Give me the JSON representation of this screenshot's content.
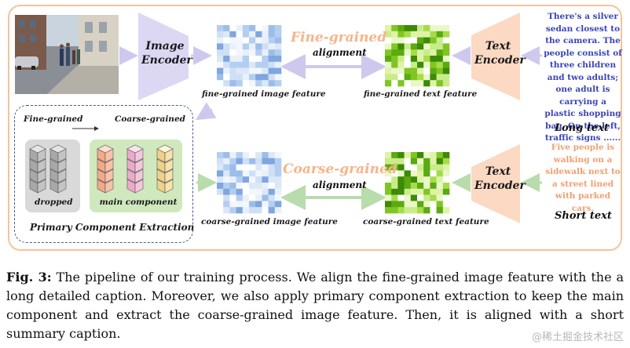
{
  "image_encoder": {
    "label": "Image\nEncoder"
  },
  "text_encoder_top": {
    "label": "Text\nEncoder"
  },
  "text_encoder_bottom": {
    "label": "Text\nEncoder"
  },
  "fine": {
    "title": "Fine-grained",
    "alignment": "alignment",
    "image_feature": "fine-grained image feature",
    "text_feature": "fine-grained text feature"
  },
  "coarse": {
    "title": "Coarse-grained",
    "alignment": "alignment",
    "image_feature": "coarse-grained image feature",
    "text_feature": "coarse-grained text feature"
  },
  "long_caption": "There's a silver sedan closest to the camera. The people consist of three children and two adults; one adult is carrying a plastic shopping bag. On the left, traffic signs ......",
  "long_label": "Long text",
  "short_caption": "Five people is walking on a sidewalk next to a street lined with parked cars.",
  "short_label": "Short text",
  "pce": {
    "left_label": "Fine-grained",
    "right_label": "Coarse-grained",
    "dropped": "dropped",
    "main": "main component",
    "title": "Primary Component Extraction"
  },
  "figure_caption": {
    "label": "Fig. 3:",
    "text": " The pipeline of our training process. We align the fine-grained image feature with the a long detailed caption. Moreover, we also apply primary component extraction to keep the main component and extract the coarse-grained image feature. Then, it is aligned with a short summary caption."
  },
  "watermark": "@稀土掘金技术社区",
  "colors": {
    "frame": "#f4c49a",
    "encoder_purple": "#dcd8f4",
    "encoder_orange": "#fbd9c3",
    "blue_text": "#3a44b8",
    "orange_text": "#f0a070",
    "green_arrow": "#b8dcab",
    "purple_arrow": "#cfc8ee"
  }
}
